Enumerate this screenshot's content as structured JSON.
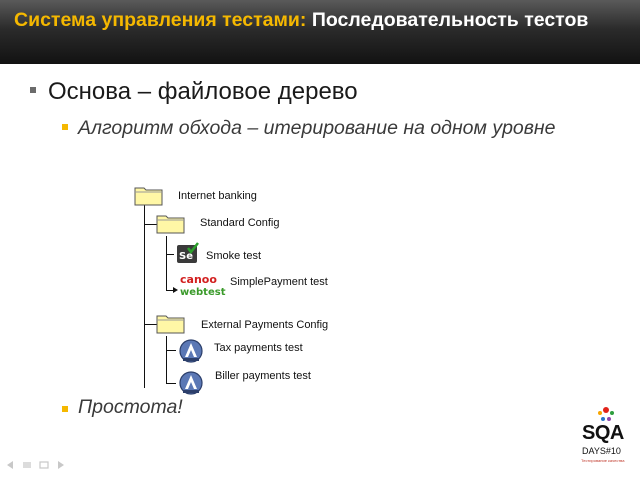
{
  "header": {
    "title_accent": "Система управления тестами:",
    "title_main": " Последовательность тестов"
  },
  "bullets": {
    "level1": "Основа – файловое дерево",
    "level2": "Алгоритм обхода – итерирование на одном уровне",
    "level2_last": "Простота!"
  },
  "tree": {
    "root": "Internet banking",
    "config1": "Standard Config",
    "test1": "Smoke test",
    "test2": "SimplePayment test",
    "config2": "External Payments Config",
    "test3": "Tax payments test",
    "test4": "Biller payments test",
    "canoo": "canoo",
    "webtest": "webtest"
  },
  "logo": {
    "sqa": "SQA",
    "days": "DAYS#10",
    "caption": "Тестирование качества"
  }
}
